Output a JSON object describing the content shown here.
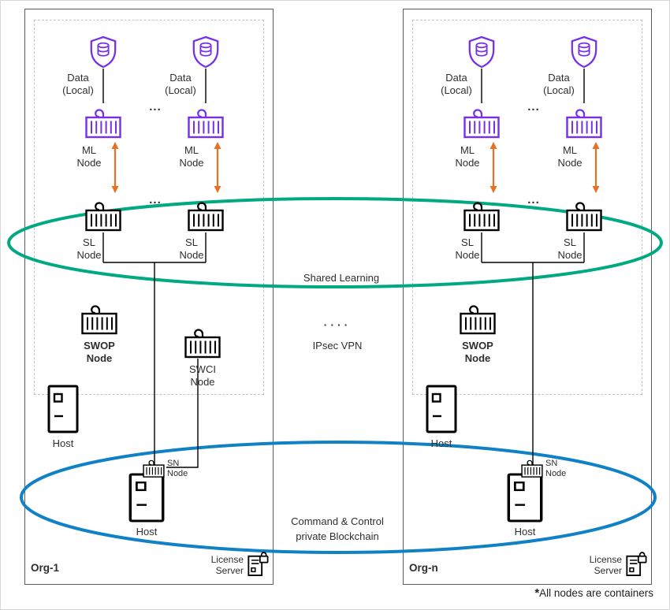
{
  "colors": {
    "purple": "#7630EA",
    "green": "#00A982",
    "blue": "#1181C5",
    "orange": "#E87024",
    "line": "#000000"
  },
  "labels": {
    "data_line1": "Data",
    "data_line2": "(Local)",
    "ml_line1": "ML",
    "ml_line2": "Node",
    "sl_line1": "SL",
    "sl_line2": "Node",
    "swop_line1": "SWOP",
    "swop_line2": "Node",
    "swci_line1": "SWCI",
    "swci_line2": "Node",
    "host": "Host",
    "sn_line1": "SN",
    "sn_line2": "Node",
    "license_line1": "License",
    "license_line2": "Server",
    "ellipsis": "...",
    "shared_learning": "Shared Learning",
    "vpn_dots": "····",
    "vpn": "IPsec VPN",
    "blockchain_line1": "Command & Control",
    "blockchain_line2": "private Blockchain",
    "footnote_star": "*",
    "footnote_text": "All nodes are containers"
  },
  "orgs": [
    {
      "label": "Org-1"
    },
    {
      "label": "Org-n"
    }
  ]
}
